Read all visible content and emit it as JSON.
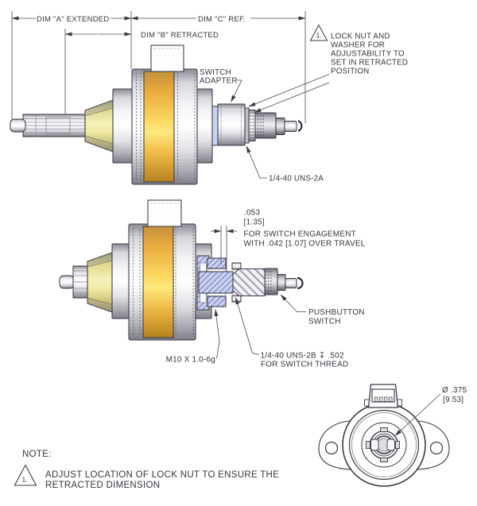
{
  "dimensions": {
    "dim_a": "DIM \"A\" EXTENDED",
    "dim_b": "DIM \"B\" RETRACTED",
    "dim_c": "DIM \"C\" REF."
  },
  "upper_view": {
    "switch_adapter_line1": "SWITCH",
    "switch_adapter_line2": "ADAPTER",
    "flag": "1.",
    "lock_nut_note": [
      "LOCK NUT AND",
      "WASHER FOR",
      "ADJUSTABILITY TO",
      "SET IN RETRACTED",
      "POSITION"
    ],
    "thread_spec": "1/4-40 UNS-2A"
  },
  "lower_view": {
    "engagement_in": ".053",
    "engagement_mm": "[1.35]",
    "engagement_line1": "FOR SWITCH ENGAGEMENT",
    "engagement_line2": "WITH .042 [1.07] OVER TRAVEL",
    "pushbutton_line1": "PUSHBUTTON",
    "pushbutton_line2": "SWITCH",
    "shaft_thread": "M10 X 1.0-6g",
    "switch_thread_line1": "1/4-40 UNS-2B ↧ .502",
    "switch_thread_line2": "FOR SWITCH THREAD"
  },
  "end_view": {
    "diameter_in": "Ø .375",
    "diameter_mm": "[9.53]"
  },
  "note": {
    "title": "NOTE:",
    "flag": "1.",
    "line1": "ADJUST LOCATION OF LOCK NUT TO ENSURE THE",
    "line2": "RETRACTED DIMENSION"
  },
  "colors": {
    "coil_gold": "#F2BC45",
    "cone_yellow": "#EFE8A8",
    "section_lavender": "#CBD1F1",
    "metal_gray": "#D9D9DE",
    "line": "#3A3A44",
    "text": "#35353F"
  }
}
